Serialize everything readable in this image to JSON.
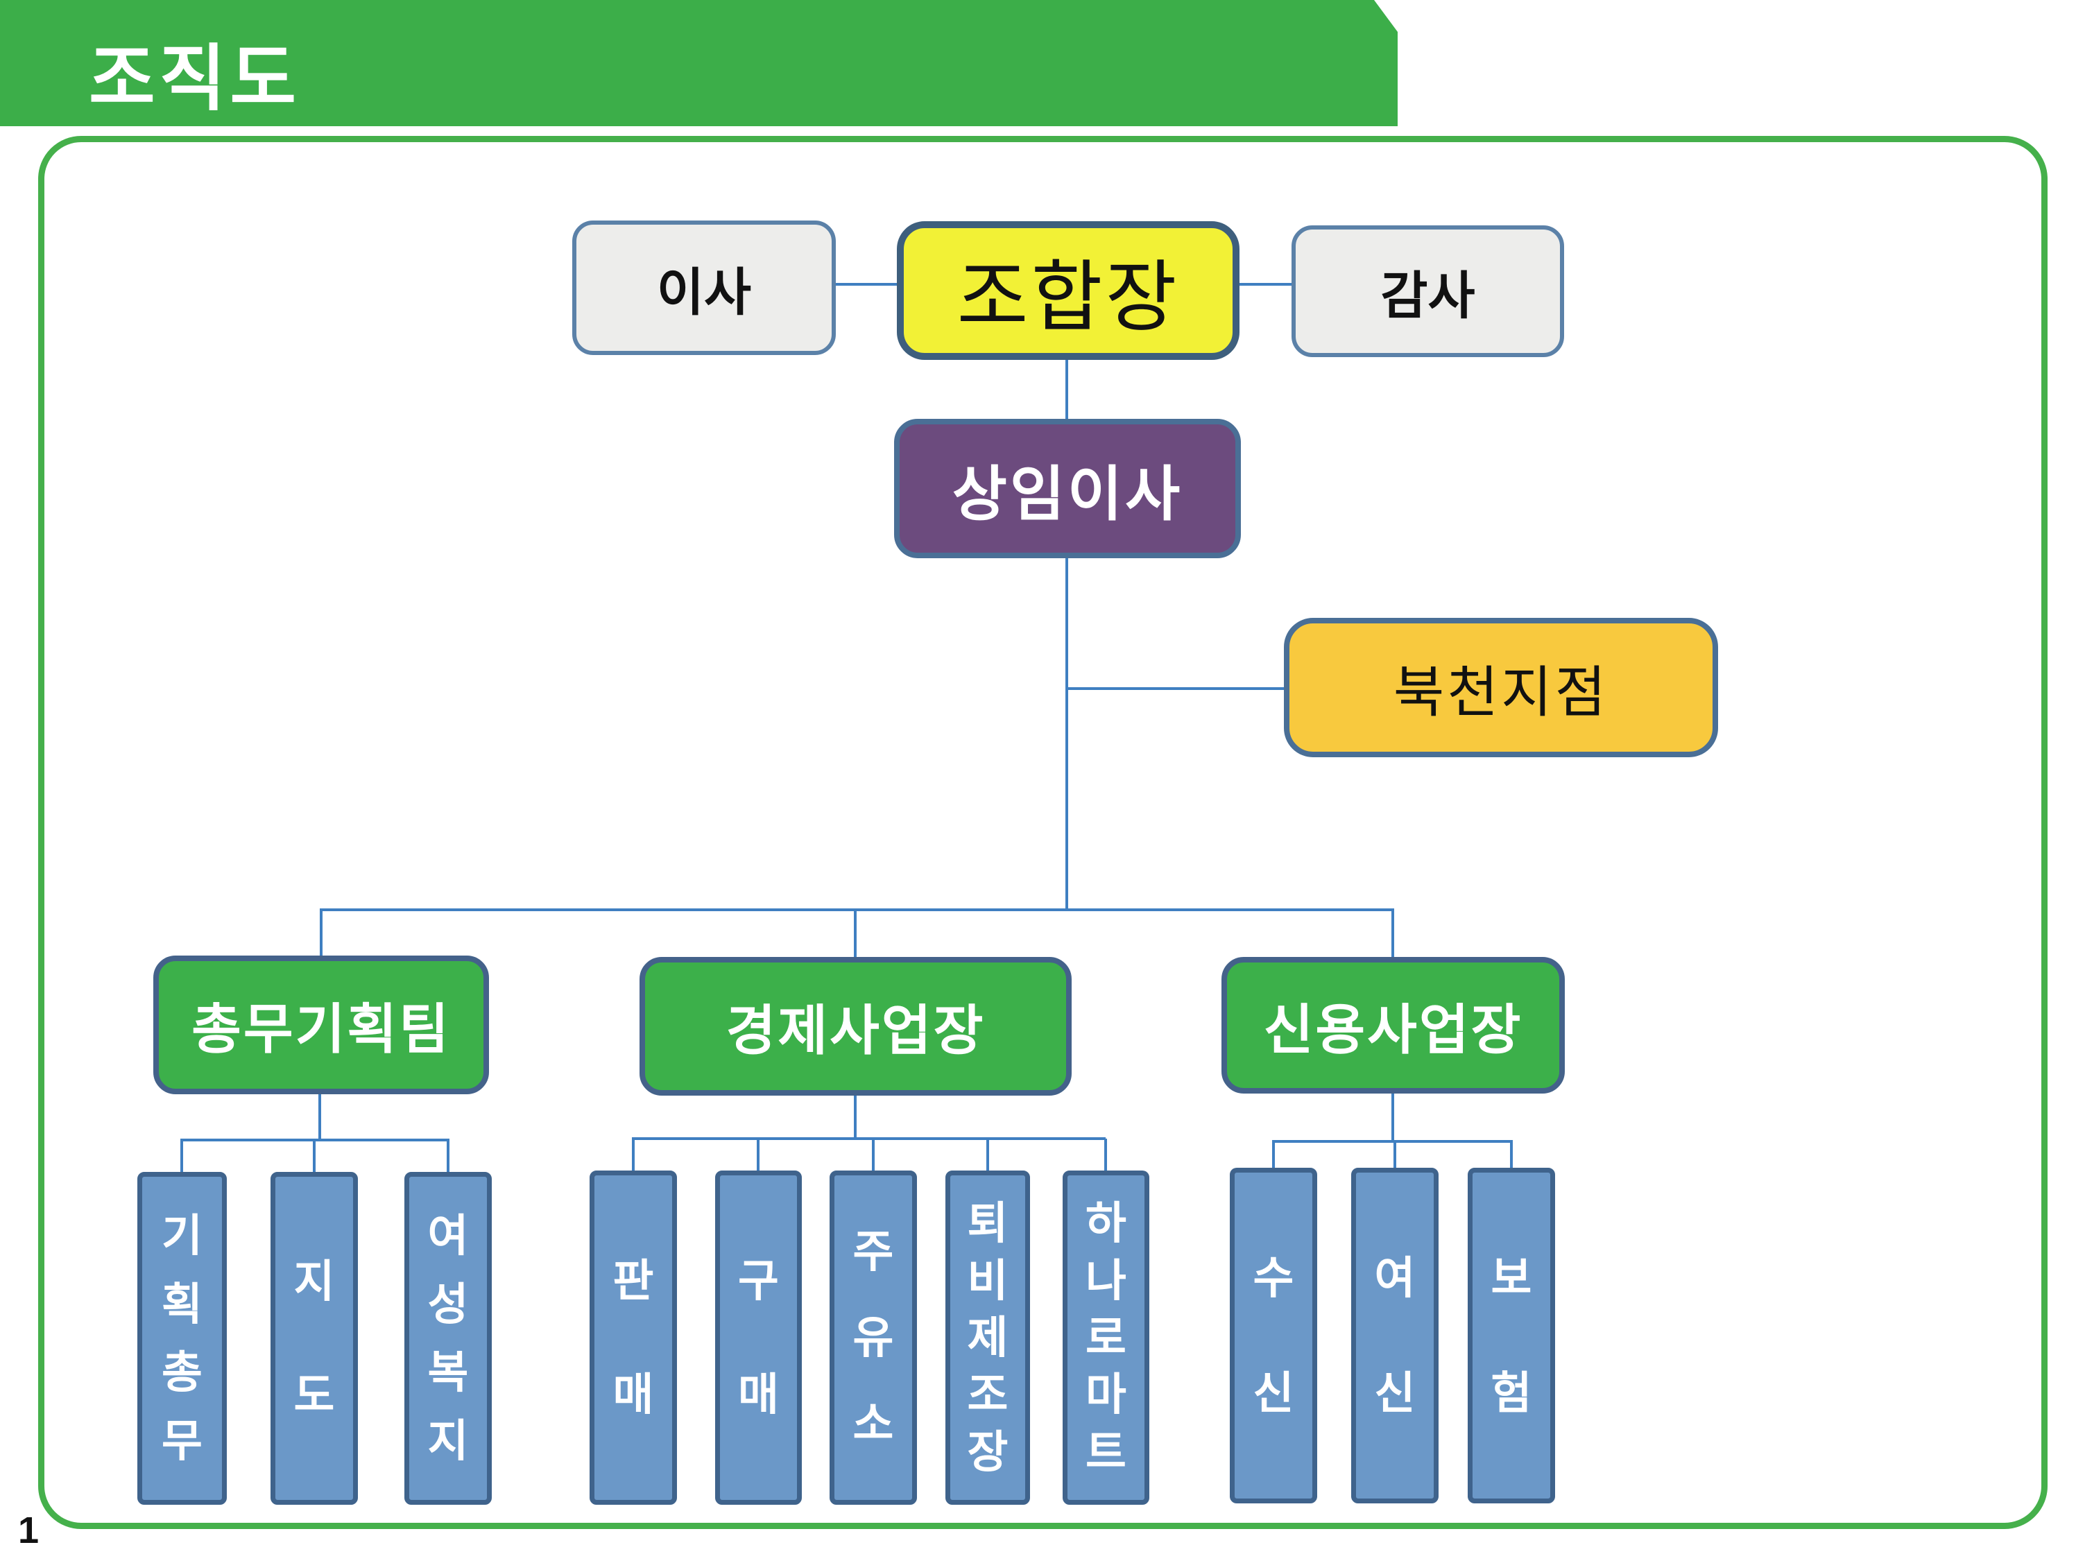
{
  "page": {
    "title": "조직도",
    "page_number": "1"
  },
  "colors": {
    "banner_green": "#3cae49",
    "frame_border_green": "#45b04b",
    "chairman_yellow": "#f2f136",
    "executive_purple": "#6c4b7e",
    "branch_amber": "#f8c93e",
    "division_green": "#3cb04a",
    "unit_blue": "#6b98c8",
    "top_gray": "#ededeb",
    "node_border_slate": "#4a6f96",
    "connector_blue": "#3f7fc1"
  },
  "org": {
    "top": {
      "director": "이사",
      "chairman": "조합장",
      "auditor": "감사"
    },
    "executive_director": "상임이사",
    "branch_office": "북천지점",
    "divisions": [
      {
        "label": "총무기획팀",
        "units": [
          "기획총무",
          "지도",
          "여성복지"
        ]
      },
      {
        "label": "경제사업장",
        "units": [
          "판매",
          "구매",
          "주유소",
          "퇴비제조장",
          "하나로마트"
        ]
      },
      {
        "label": "신용사업장",
        "units": [
          "수신",
          "여신",
          "보험"
        ]
      }
    ]
  }
}
